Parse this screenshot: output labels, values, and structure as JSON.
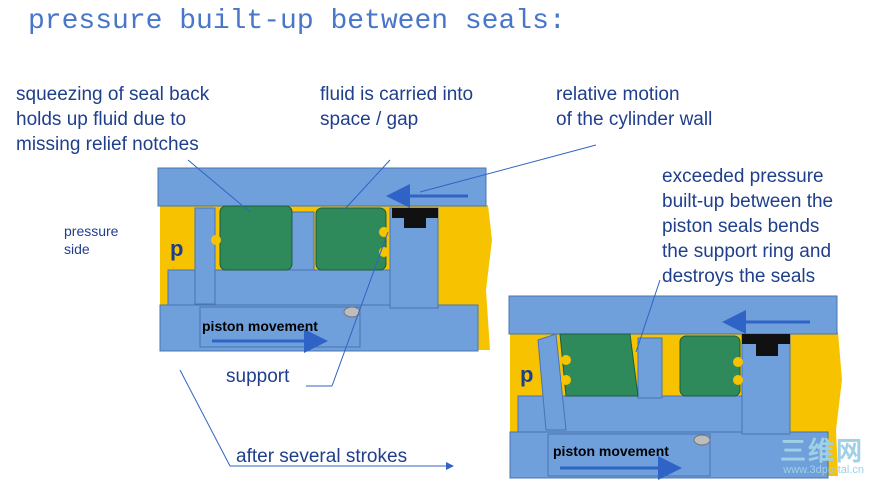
{
  "title": "pressure built-up between seals:",
  "labels": {
    "squeezing": [
      "squeezing of seal back",
      "holds up fluid due to",
      "missing relief notches"
    ],
    "fluid": [
      "fluid is carried into",
      "space / gap"
    ],
    "relative": [
      "relative motion",
      "of the cylinder wall"
    ],
    "exceeded": [
      "exceeded pressure",
      "built-up between the",
      "piston seals bends",
      "the support ring and",
      "destroys the seals"
    ],
    "pressure_side": [
      "pressure",
      "side"
    ],
    "support": "support",
    "after": "after several strokes",
    "p": "p",
    "piston_movement": "piston movement"
  },
  "watermark": {
    "main": "三维网",
    "sub": "www.3dportal.cn"
  },
  "colors": {
    "cylinder": "#6fa0dc",
    "fluid": "#f7c300",
    "seal": "#2e8a5a",
    "text": "#1f3f8c",
    "arrow": "#2f63c5"
  }
}
